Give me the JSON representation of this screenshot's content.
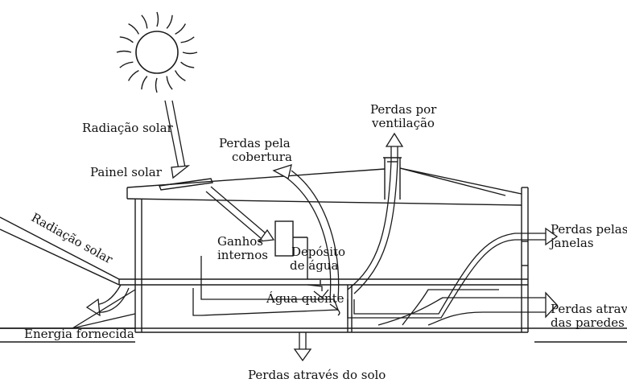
{
  "labels": {
    "solar_radiation_top": "Radiação solar",
    "solar_panel": "Painel solar",
    "roof_losses_1": "Perdas pela",
    "roof_losses_2": "cobertura",
    "ventilation_losses_1": "Perdas por",
    "ventilation_losses_2": "ventilação",
    "window_losses_1": "Perdas pelas",
    "window_losses_2": "janelas",
    "solar_radiation_side": "Radiação solar",
    "internal_gains_1": "Ganhos",
    "internal_gains_2": "internos",
    "water_tank_1": "Depósito",
    "water_tank_2": "de água",
    "hot_water": "Água quente",
    "wall_losses_1": "Perdas através",
    "wall_losses_2": "das paredes",
    "energy_supplied": "Energia fornecida",
    "ground_losses": "Perdas através do solo"
  },
  "colors": {
    "ink": "#1a1a1a",
    "background": "#ffffff"
  }
}
